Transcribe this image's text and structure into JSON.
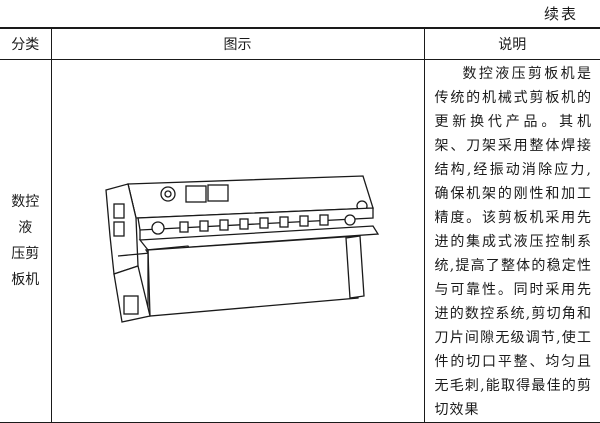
{
  "header": {
    "continued": "续表"
  },
  "table": {
    "headers": {
      "category": "分类",
      "figure": "图示",
      "description": "说明"
    },
    "row": {
      "category_lines": [
        "数控液",
        "压剪",
        "板机"
      ],
      "figure_icon": "cnc-hydraulic-shearing-machine-icon",
      "description": "数控液压剪板机是传统的机械式剪板机的更新换代产品。其机架、刀架采用整体焊接结构,经振动消除应力,确保机架的刚性和加工精度。该剪板机采用先进的集成式液压控制系统,提高了整体的稳定性与可靠性。同时采用先进的数控系统,剪切角和刀片间隙无级调节,使工件的切口平整、均匀且无毛刺,能取得最佳的剪切效果"
    }
  }
}
